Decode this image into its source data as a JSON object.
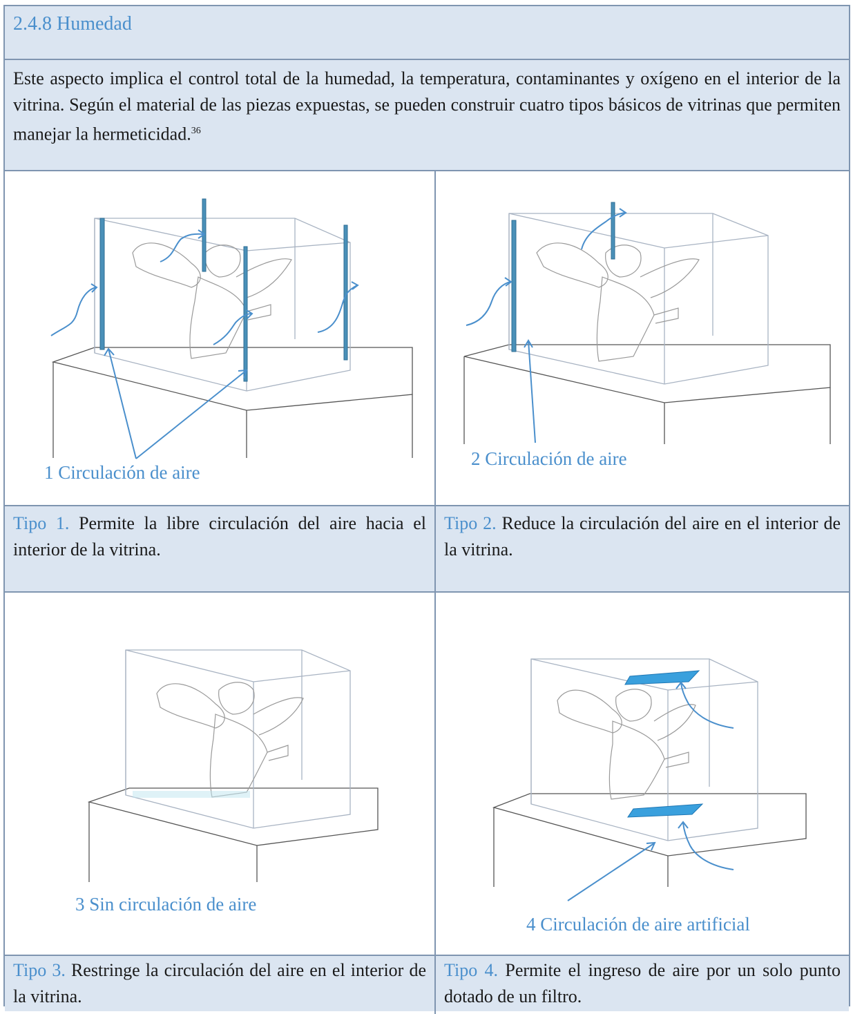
{
  "section": {
    "heading": "2.4.8 Humedad"
  },
  "intro": {
    "text": "Este aspecto implica el control total de la humedad, la temperatura, contaminantes y oxígeno en el interior de la vitrina. Según el material de las piezas expuestas, se pueden construir cuatro tipos básicos de vitrinas que permiten manejar la hermeticidad.",
    "footnote": "36"
  },
  "figures": [
    {
      "caption": "1 Circulación de aire"
    },
    {
      "caption": "2 Circulación de aire"
    },
    {
      "caption": "3 Sin circulación de aire"
    },
    {
      "caption": "4 Circulación de aire artificial"
    }
  ],
  "types": [
    {
      "label": "Tipo 1.",
      "text": "Permite la libre circulación del aire hacia el interior de la vitrina."
    },
    {
      "label": "Tipo 2.",
      "text": "Reduce la circulación del aire en el interior de la vitrina."
    },
    {
      "label": "Tipo 3.",
      "text": "Restringe la circulación del aire en el interior de la vitrina."
    },
    {
      "label": "Tipo 4.",
      "text": "Permite el ingreso de aire por un solo punto dotado de un filtro."
    }
  ],
  "colors": {
    "header_bg": "#dbe5f1",
    "border": "#7f95b0",
    "accent": "#4a8fcc"
  }
}
